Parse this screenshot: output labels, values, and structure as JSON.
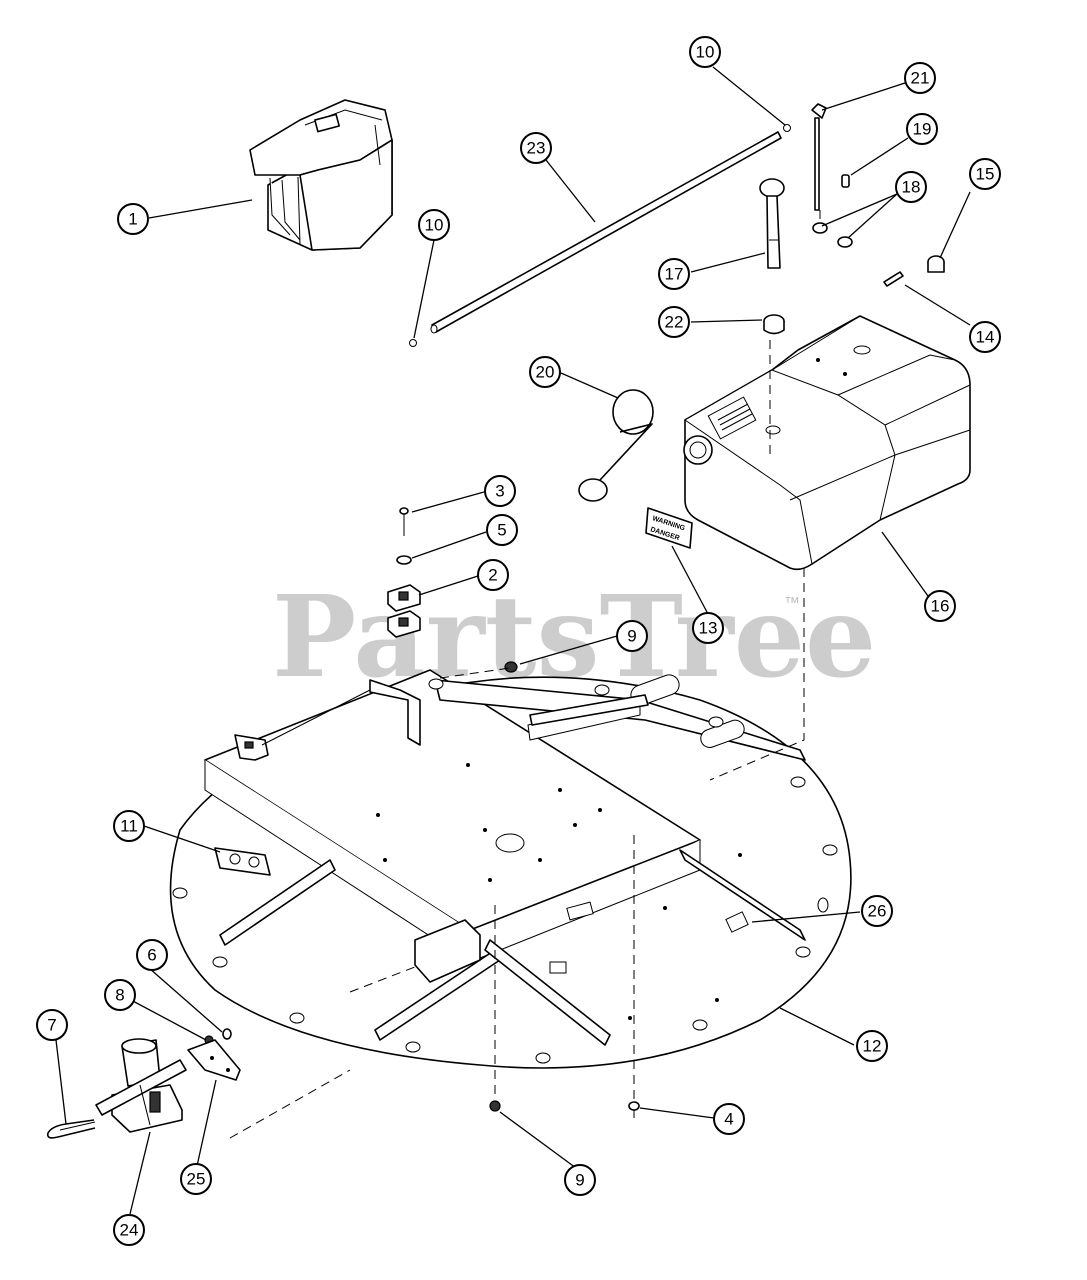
{
  "watermark": {
    "text": "PartsTree",
    "trademark": "™"
  },
  "decals": {
    "tank_warning_line1": "WARNING",
    "tank_warning_line2": "DANGER"
  },
  "callouts": [
    {
      "id": "c1",
      "label": "1"
    },
    {
      "id": "c2",
      "label": "2"
    },
    {
      "id": "c3",
      "label": "3"
    },
    {
      "id": "c4",
      "label": "4"
    },
    {
      "id": "c5",
      "label": "5"
    },
    {
      "id": "c6",
      "label": "6"
    },
    {
      "id": "c7",
      "label": "7"
    },
    {
      "id": "c8",
      "label": "8"
    },
    {
      "id": "c9a",
      "label": "9"
    },
    {
      "id": "c9b",
      "label": "9"
    },
    {
      "id": "c10a",
      "label": "10"
    },
    {
      "id": "c10b",
      "label": "10"
    },
    {
      "id": "c11",
      "label": "11"
    },
    {
      "id": "c12",
      "label": "12"
    },
    {
      "id": "c13",
      "label": "13"
    },
    {
      "id": "c14",
      "label": "14"
    },
    {
      "id": "c15",
      "label": "15"
    },
    {
      "id": "c16",
      "label": "16"
    },
    {
      "id": "c17",
      "label": "17"
    },
    {
      "id": "c18",
      "label": "18"
    },
    {
      "id": "c19",
      "label": "19"
    },
    {
      "id": "c20",
      "label": "20"
    },
    {
      "id": "c21",
      "label": "21"
    },
    {
      "id": "c22",
      "label": "22"
    },
    {
      "id": "c23",
      "label": "23"
    },
    {
      "id": "c24",
      "label": "24"
    },
    {
      "id": "c25",
      "label": "25"
    },
    {
      "id": "c26",
      "label": "26"
    }
  ]
}
